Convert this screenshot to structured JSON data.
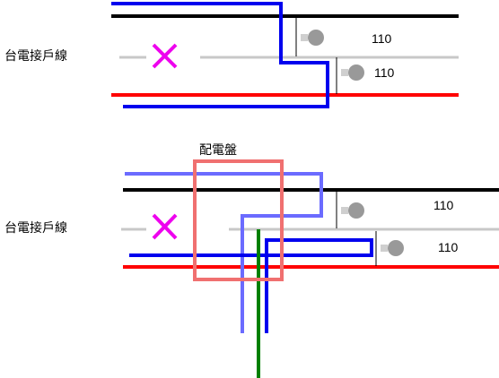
{
  "top_diagram": {
    "side_label": "台電接戶線",
    "meter_labels": [
      "110",
      "110"
    ]
  },
  "bottom_diagram": {
    "panel_label": "配電盤",
    "side_label": "台電接戶線",
    "meter_labels": [
      "110",
      "110"
    ]
  },
  "colors": {
    "black_line": "#000000",
    "gray_line": "#c8c8c8",
    "red_line": "#ff0000",
    "blue_line": "#0000ee",
    "light_blue_line": "#6b6bff",
    "green_line": "#008000",
    "panel_box": "#f07070",
    "cross_mark": "#ee00ee",
    "meter": "#999999"
  }
}
